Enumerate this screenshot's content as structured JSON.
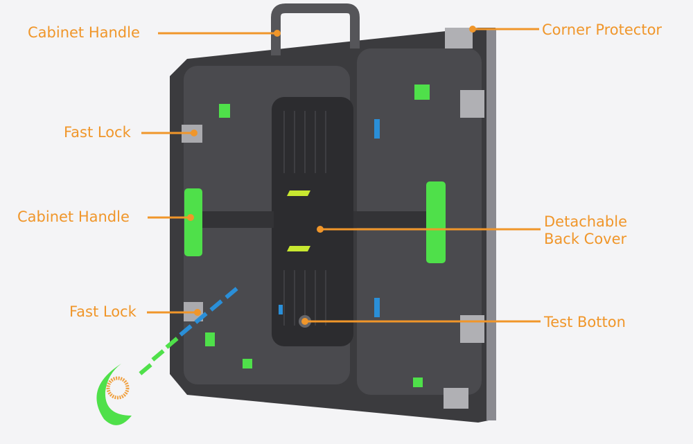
{
  "labels": {
    "cabinet_handle_top": "Cabinet Handle",
    "corner_protector": "Corner Protector",
    "fast_lock_top": "Fast Lock",
    "cabinet_handle_side": "Cabinet Handle",
    "detachable_back_cover_line1": "Detachable",
    "detachable_back_cover_line2": "Back Cover",
    "fast_lock_bottom": "Fast Lock",
    "test_button": "Test Botton"
  },
  "colors": {
    "label": "#f0962a",
    "cabinet": "#3a3a3c",
    "accent_green": "#4fe04a",
    "accent_blue": "#2a8fd8",
    "background": "#f4f4f6"
  }
}
